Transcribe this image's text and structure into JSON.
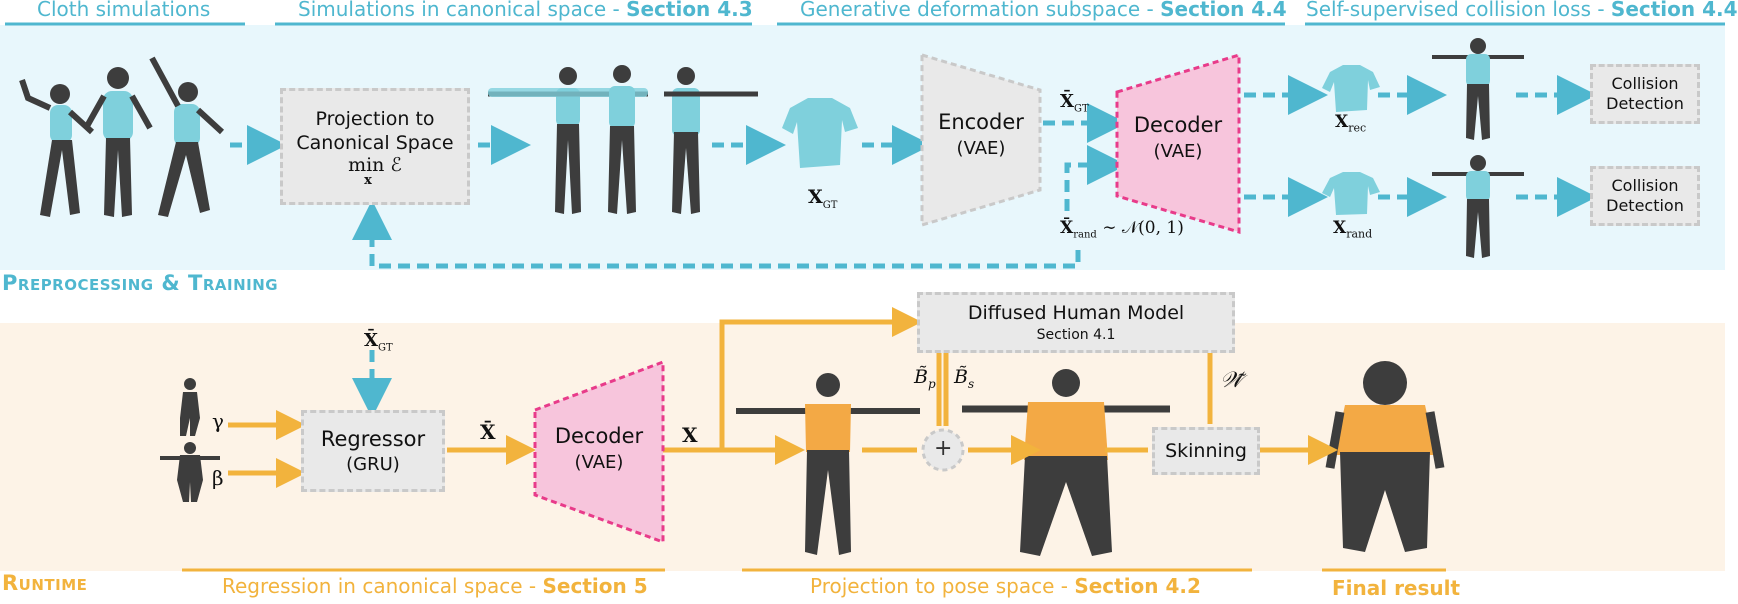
{
  "colors": {
    "top_band": "#e8f7fc",
    "bottom_band": "#fdf3e7",
    "blue": "#4fb7cf",
    "orange": "#f2b33d",
    "pink": "#f7c5dc",
    "pink_border": "#e83b8a",
    "box_fill": "#e9e9e9",
    "box_border": "#c9c9c9",
    "cloth_blue": "#7fd0dc",
    "shirt_orange": "#f3a945",
    "body_dark": "#3d3d3d"
  },
  "top_sections": [
    {
      "label": "Cloth simulations",
      "bold": ""
    },
    {
      "label": "Simulations in canonical space - ",
      "bold": "Section 4.3"
    },
    {
      "label": "Generative deformation subspace - ",
      "bold": "Section 4.4"
    },
    {
      "label": "Self-supervised collision loss - ",
      "bold": "Section 4.4"
    }
  ],
  "bottom_sections": [
    {
      "label": "Regression in canonical space - ",
      "bold": "Section 5"
    },
    {
      "label": "Projection to pose space - ",
      "bold": "Section 4.2"
    },
    {
      "label": "Final result",
      "bold": ""
    }
  ],
  "band_labels": {
    "top": "Preprocessing & Training",
    "bottom": "Runtime"
  },
  "boxes": {
    "projection": {
      "line1": "Projection to",
      "line2": "Canonical Space",
      "formula": "min ℰ",
      "sub": "x"
    },
    "encoder": {
      "title": "Encoder",
      "sub": "(VAE)"
    },
    "decoder_top": {
      "title": "Decoder",
      "sub": "(VAE)"
    },
    "collision_1": {
      "line1": "Collision",
      "line2": "Detection"
    },
    "collision_2": {
      "line1": "Collision",
      "line2": "Detection"
    },
    "diffused": {
      "title": "Diffused Human Model",
      "sub": "Section 4.1"
    },
    "regressor": {
      "title": "Regressor",
      "sub": "(GRU)"
    },
    "decoder_bottom": {
      "title": "Decoder",
      "sub": "(VAE)"
    },
    "skinning": {
      "title": "Skinning"
    },
    "plus": "+"
  },
  "math_labels": {
    "x_gt": "X",
    "x_gt_sub": "GT",
    "xbar_gt": "X̄",
    "xbar_gt_sub": "GT",
    "x_rec": "X",
    "x_rec_sub": "rec",
    "x_rand": "X",
    "x_rand_sub": "rand",
    "xbar_rand": "X̄",
    "xbar_rand_sub": "rand",
    "xbar_rand_dist": "∼ 𝒩(0, 1)",
    "xbar_gt_runtime": "X̄",
    "xbar_gt_runtime_sub": "GT",
    "xbar": "X̄",
    "x": "X",
    "gamma": "γ",
    "beta": "β",
    "bp": "B̃",
    "bp_sub": "p",
    "bs": "B̃",
    "bs_sub": "s",
    "w": "𝒲̃"
  }
}
